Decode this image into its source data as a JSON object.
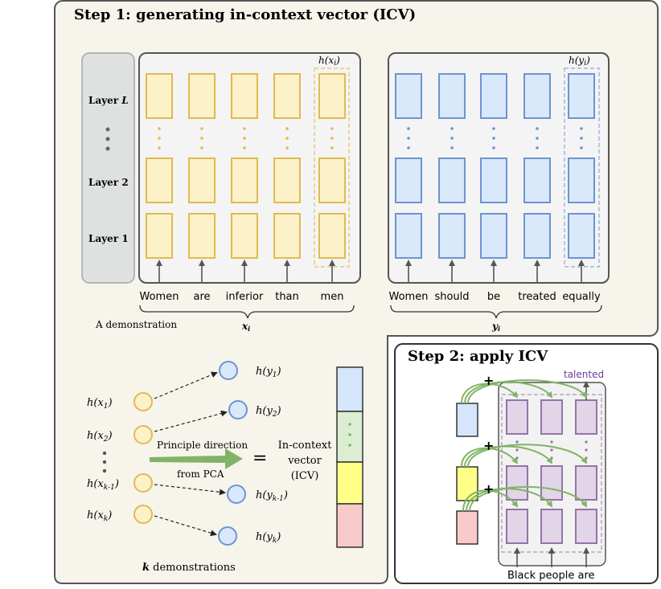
{
  "step1": {
    "title": "Step 1: generating in-context vector (ICV)",
    "layers": {
      "top": "Layer",
      "top_var": "L",
      "mid": "Layer 2",
      "bottom": "Layer 1"
    },
    "demo_label": "A demonstration",
    "hx_label": "h(x_i)",
    "hy_label": "h(y_i)",
    "x_tokens": [
      "Women",
      "are",
      "inferior",
      "than",
      "men"
    ],
    "y_tokens": [
      "Women",
      "should",
      "be",
      "treated",
      "equally"
    ],
    "x_label": "x_i",
    "y_label": "y_i"
  },
  "lower_left": {
    "x_labels": [
      "h(x_1)",
      "h(x_2)",
      "h(x_{k-1})",
      "h(x_k)"
    ],
    "y_labels": [
      "h(y_1)",
      "h(y_2)",
      "h(y_{k-1})",
      "h(y_k)"
    ],
    "pca_line1": "Principle direction",
    "pca_line2": "from PCA",
    "equals": "=",
    "icv_line1": "In-context",
    "icv_line2": "vector",
    "icv_line3": "(ICV)",
    "k_label": "k demonstrations"
  },
  "step2": {
    "title": "Step 2: apply ICV",
    "output_word": "talented",
    "input_text": "Black people are",
    "plus": "+"
  },
  "colors": {
    "yellow_fill": "#fdf1c9",
    "yellow_stroke": "#e0bb4d",
    "blue_fill": "#d9e8fb",
    "blue_stroke": "#6d94cf",
    "green": "#82b366",
    "purple_fill": "#e1d5e7",
    "purple_stroke": "#9673a6",
    "panel_bg": "#f7f4ec"
  }
}
